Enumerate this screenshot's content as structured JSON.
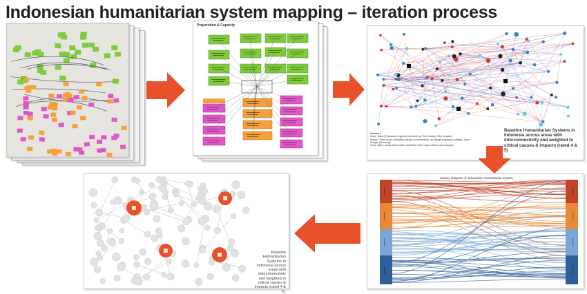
{
  "title": "Indonesian humanitarian system mapping – iteration process",
  "panel2": {
    "title": "Preparation & Capacity"
  },
  "panel3": {
    "caption": "Baseline Humanitarian Systems in Indonesia across areas with interconnectivity and weighted to critical causes & impacts (rated 4 & 5)",
    "legend_title": "Version 1",
    "legend_lines": [
      "Color: Black (Population / agreed phenomena), Red (cause), Blue (impact)",
      "Shape: Circle (socio-solidarity), square (coordination), up triangle (capacity building), down",
      "triangle (financing)",
      "Lines: (Blue: cause-effect within domains), Red: cause-effect cross-domains"
    ]
  },
  "panel4": {
    "title": "Sankey Diagram of Indonesian Humanitarian System"
  },
  "panel5": {
    "caption": "Baseline Humanitarian Systems in Indonesia across areas with interconnectivity and weighted to critical causes & impacts (rated 4 & 5)."
  },
  "colors": {
    "arrow": "#e8512a",
    "sticky_green": "#7ecb3c",
    "sticky_orange": "#f5a03c",
    "sticky_pink": "#e058c8",
    "sankey_red": "#c2452b",
    "sankey_orange": "#e8893a",
    "sankey_lightblue": "#7aa5d4",
    "sankey_blue": "#2f5f97"
  }
}
